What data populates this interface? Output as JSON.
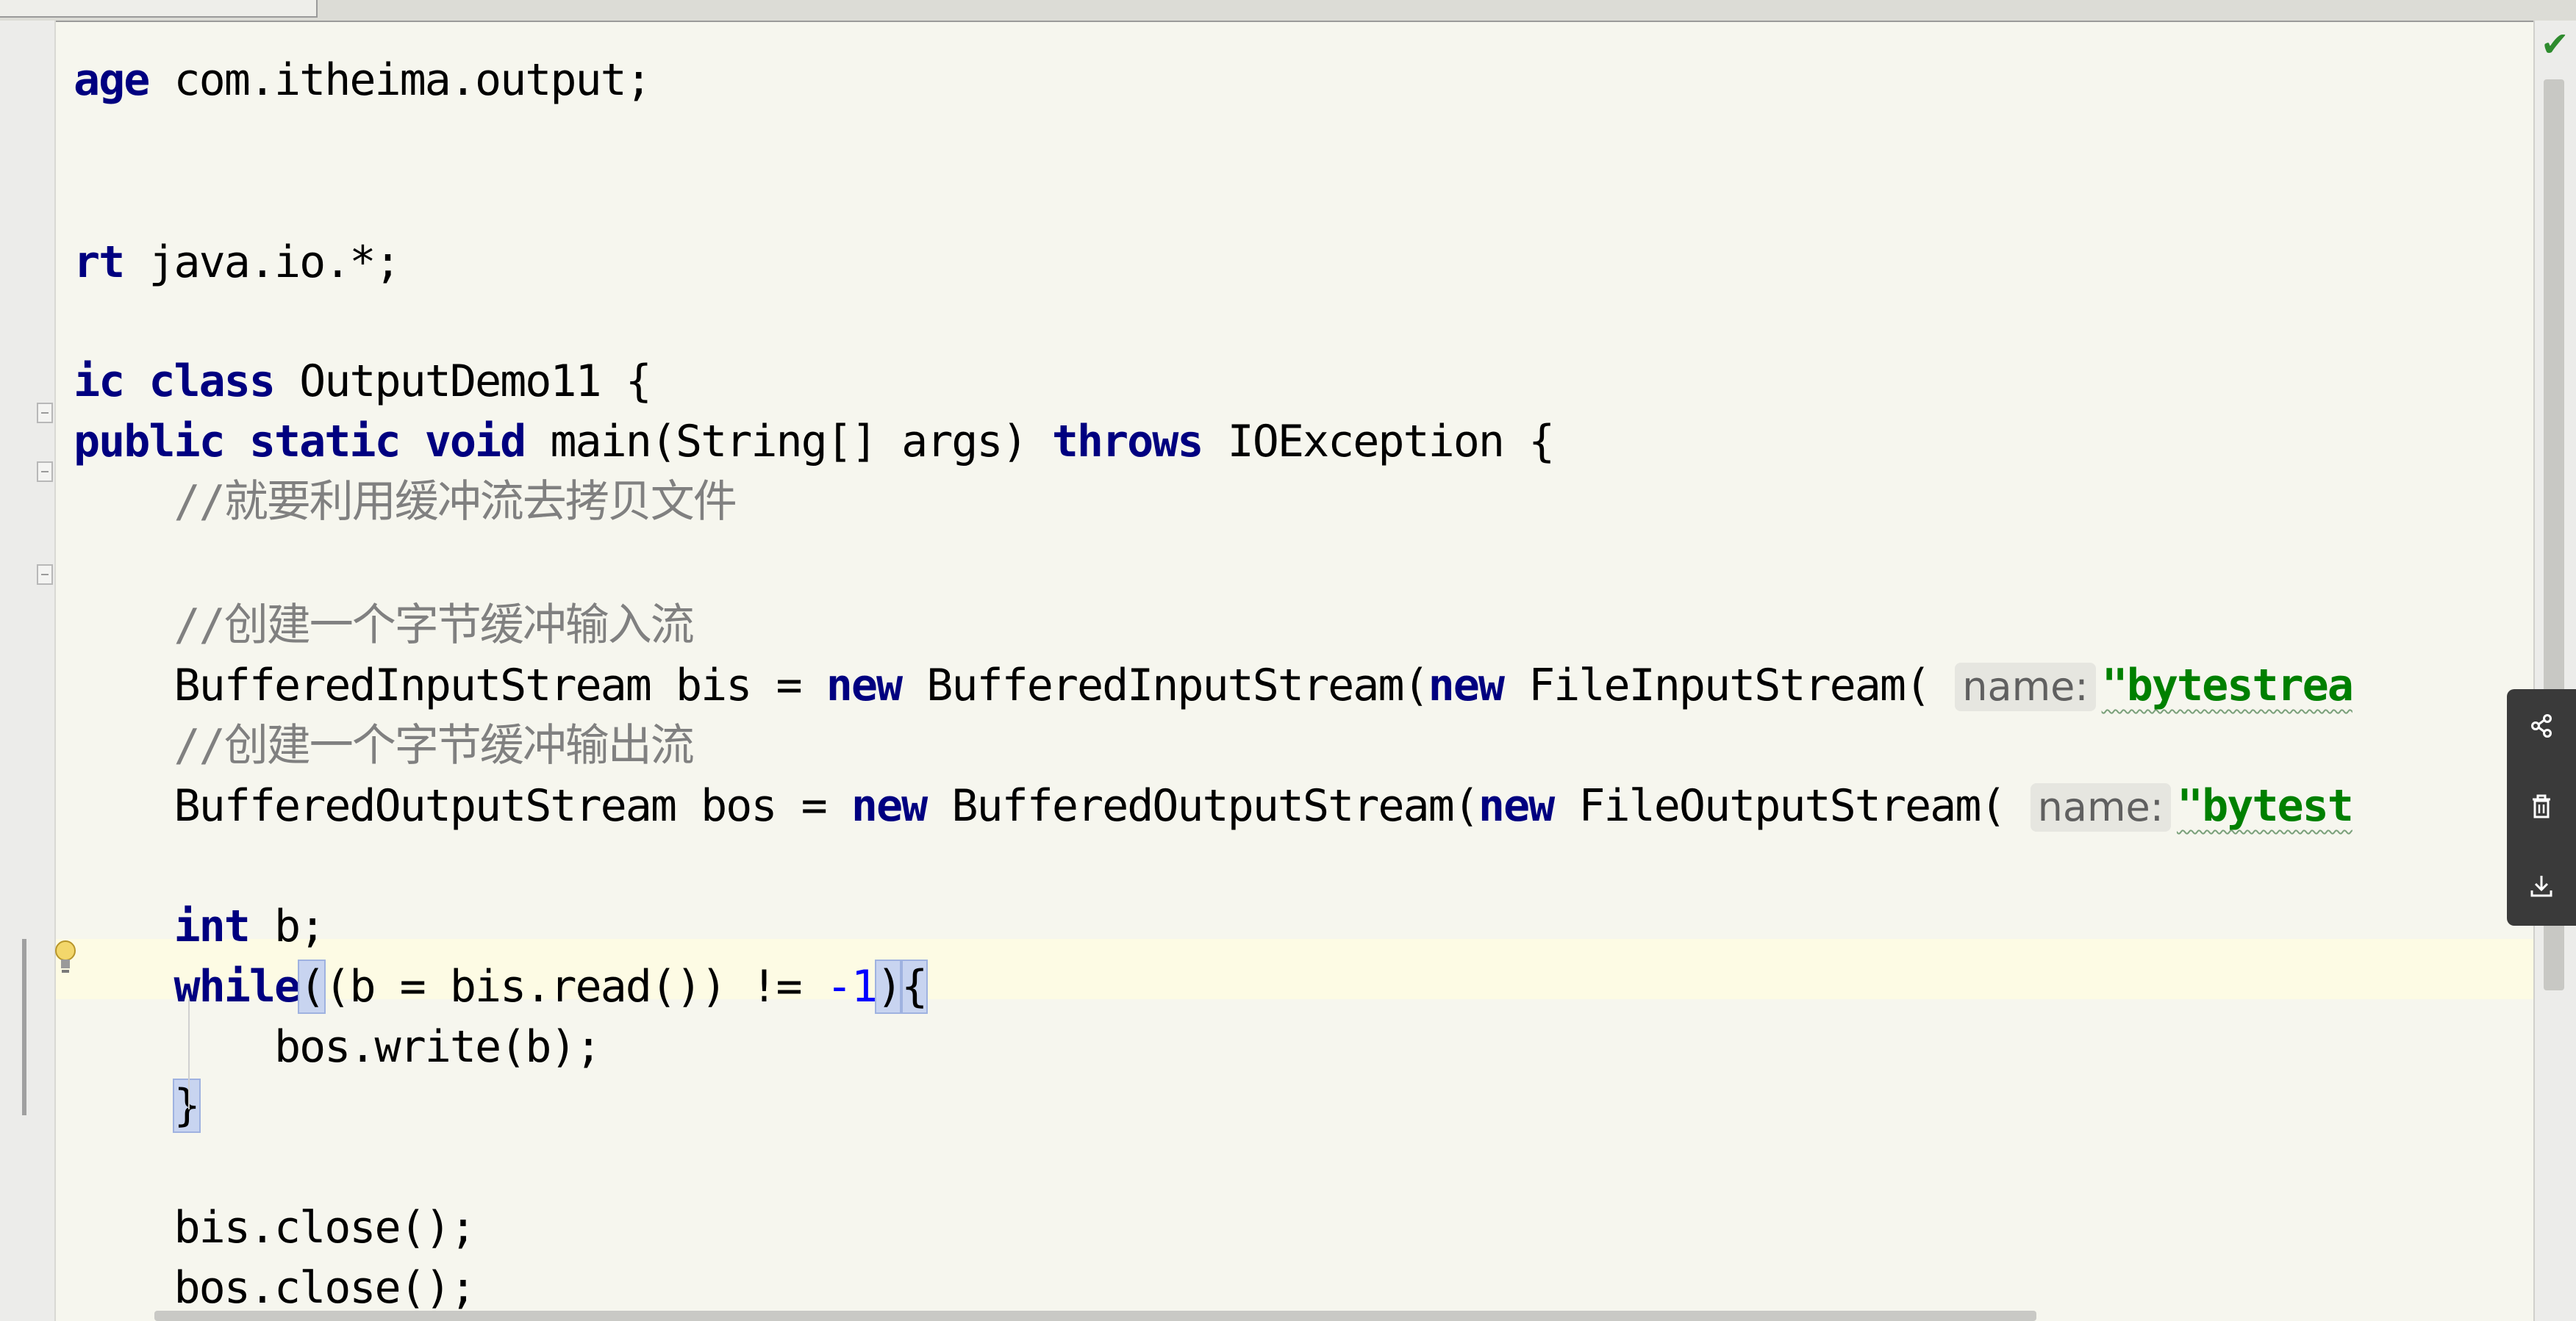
{
  "window": {
    "tab_title": ""
  },
  "code": {
    "lines": [
      {
        "id": "l1",
        "parts": [
          [
            "kw",
            "age"
          ],
          [
            "t",
            " com.itheima.output;"
          ]
        ]
      },
      {
        "id": "l2",
        "parts": [
          [
            "kw",
            "rt"
          ],
          [
            "t",
            " java.io.*;"
          ]
        ]
      },
      {
        "id": "l3",
        "parts": [
          [
            "kw",
            "ic class"
          ],
          [
            "t",
            " OutputDemo11 {"
          ]
        ]
      },
      {
        "id": "l4",
        "parts": [
          [
            "kw",
            "public static void"
          ],
          [
            "t",
            " main(String[] args) "
          ],
          [
            "kw",
            "throws"
          ],
          [
            "t",
            " IOException {"
          ]
        ]
      },
      {
        "id": "l5",
        "parts": [
          [
            "cmt",
            "    //就要利用缓冲流去拷贝文件"
          ]
        ]
      },
      {
        "id": "l6",
        "parts": [
          [
            "cmt",
            "    //创建一个字节缓冲输入流"
          ]
        ]
      },
      {
        "id": "l7",
        "parts": [
          [
            "t",
            "    BufferedInputStream bis = "
          ],
          [
            "kw",
            "new"
          ],
          [
            "t",
            " BufferedInputStream("
          ],
          [
            "kw",
            "new"
          ],
          [
            "t",
            " FileInputStream( "
          ],
          [
            "hint",
            "name:"
          ],
          [
            "str",
            "\"bytestrea"
          ]
        ]
      },
      {
        "id": "l8",
        "parts": [
          [
            "cmt",
            "    //创建一个字节缓冲输出流"
          ]
        ]
      },
      {
        "id": "l9",
        "parts": [
          [
            "t",
            "    BufferedOutputStream bos = "
          ],
          [
            "kw",
            "new"
          ],
          [
            "t",
            " BufferedOutputStream("
          ],
          [
            "kw",
            "new"
          ],
          [
            "t",
            " FileOutputStream( "
          ],
          [
            "hint",
            "name:"
          ],
          [
            "str",
            "\"bytest"
          ]
        ]
      },
      {
        "id": "l10",
        "parts": [
          [
            "t",
            "    "
          ],
          [
            "kw",
            "int"
          ],
          [
            "t",
            " b;"
          ]
        ]
      },
      {
        "id": "l11",
        "parts": [
          [
            "t",
            "    "
          ],
          [
            "kw",
            "while"
          ],
          [
            "hl",
            "("
          ],
          [
            "t",
            "(b = bis.read()) != "
          ],
          [
            "num",
            "-1"
          ],
          [
            "hl",
            ")"
          ],
          [
            "hl",
            "{"
          ]
        ]
      },
      {
        "id": "l12",
        "parts": [
          [
            "t",
            "        bos.write(b);"
          ]
        ]
      },
      {
        "id": "l13",
        "parts": [
          [
            "t",
            "    "
          ],
          [
            "hl",
            "}"
          ]
        ]
      },
      {
        "id": "l14",
        "parts": [
          [
            "t",
            "    bis.close();"
          ]
        ]
      },
      {
        "id": "l15",
        "parts": [
          [
            "t",
            "    bos.close();"
          ]
        ]
      }
    ]
  },
  "icons": {
    "inspection_ok": "check-icon",
    "intention": "lightbulb-icon",
    "tools": [
      "share-icon",
      "trash-icon",
      "download-icon"
    ]
  },
  "colors": {
    "keyword": "#000080",
    "string": "#008000",
    "number": "#0000ff",
    "comment": "#808080",
    "background": "#f6f6ee",
    "caret_row": "#fdfbe4"
  }
}
